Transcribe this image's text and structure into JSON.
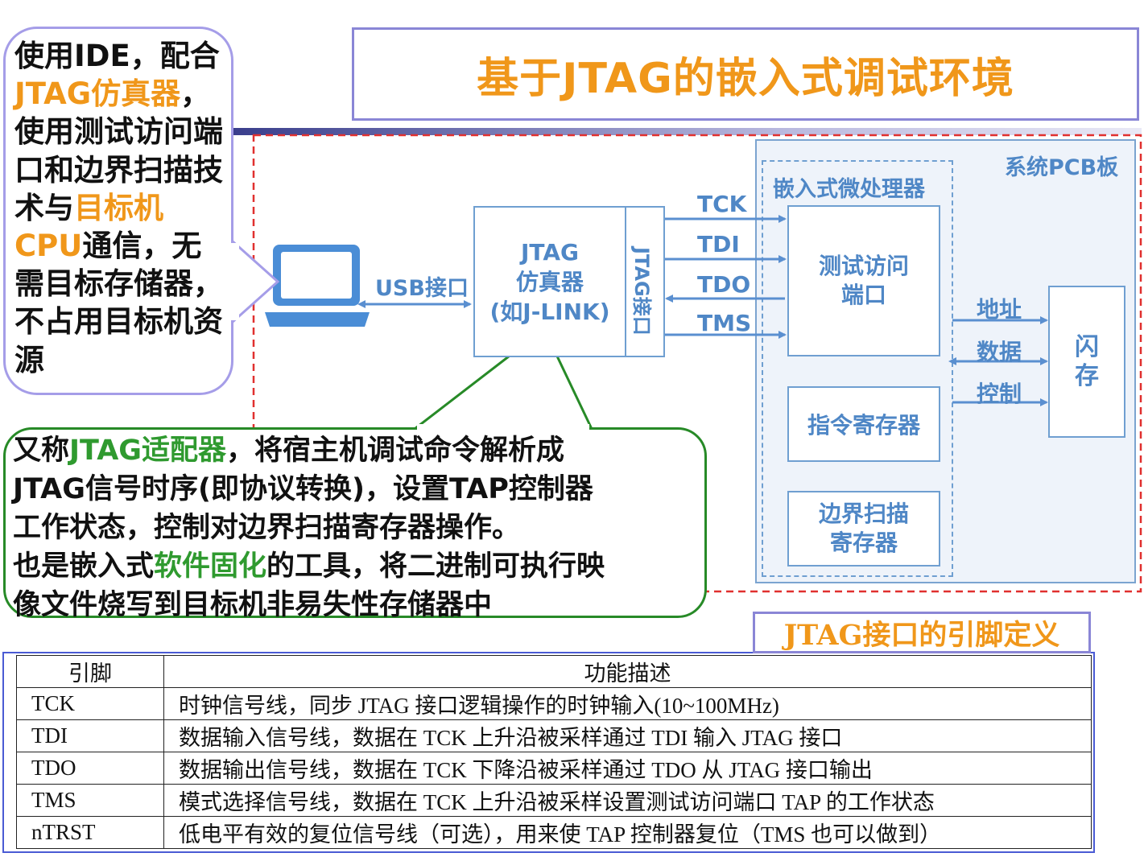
{
  "title": "基于JTAG的嵌入式调试环境",
  "left_note": {
    "segments": [
      {
        "text": "使用IDE，配合",
        "highlight": false
      },
      {
        "text": "JTAG仿真器",
        "highlight": true
      },
      {
        "text": "，使用测试访问端口和边界扫描技术与",
        "highlight": false
      },
      {
        "text": "目标机CPU",
        "highlight": true
      },
      {
        "text": "通信，无需目标存储器，不占用目标机资源",
        "highlight": false
      }
    ]
  },
  "diagram": {
    "usb_label": "USB接口",
    "emulator": {
      "line1": "JTAG",
      "line2": "仿真器",
      "line3": "(如J-LINK)"
    },
    "jtag_port": "JTAG接口",
    "signals": [
      "TCK",
      "TDI",
      "TDO",
      "TMS"
    ],
    "pcb_label": "系统PCB板",
    "processor_label": "嵌入式微处理器",
    "tap": {
      "line1": "测试访问",
      "line2": "端口"
    },
    "instr_reg": "指令寄存器",
    "bsr": {
      "line1": "边界扫描",
      "line2": "寄存器"
    },
    "bus": [
      "地址",
      "数据",
      "控制"
    ],
    "flash": {
      "line1": "闪",
      "line2": "存"
    }
  },
  "green_note": {
    "line1": [
      {
        "text": "又称",
        "hl": false
      },
      {
        "text": "JTAG适配器",
        "hl": true
      },
      {
        "text": "，将宿主机调试命令解析成",
        "hl": false
      }
    ],
    "line2": "JTAG信号时序(即协议转换)，设置TAP控制器",
    "line3": "工作状态，控制对边界扫描寄存器操作。",
    "line4": [
      {
        "text": "也是嵌入式",
        "hl": false
      },
      {
        "text": "软件固化",
        "hl": true
      },
      {
        "text": "的工具，将二进制可执行映",
        "hl": false
      }
    ],
    "line5": "像文件烧写到目标机非易失性存储器中"
  },
  "pin_table": {
    "title": "JTAG接口的引脚定义",
    "headers": [
      "引脚",
      "功能描述"
    ],
    "rows": [
      {
        "pin": "TCK",
        "desc": "时钟信号线，同步 JTAG 接口逻辑操作的时钟输入(10~100MHz)"
      },
      {
        "pin": "TDI",
        "desc": "数据输入信号线，数据在 TCK 上升沿被采样通过 TDI 输入 JTAG 接口"
      },
      {
        "pin": "TDO",
        "desc": "数据输出信号线，数据在 TCK 下降沿被采样通过 TDO 从 JTAG 接口输出"
      },
      {
        "pin": "TMS",
        "desc": "模式选择信号线，数据在 TCK 上升沿被采样设置测试访问端口 TAP 的工作状态"
      },
      {
        "pin": "nTRST",
        "desc": "低电平有效的复位信号线（可选），用来使 TAP 控制器复位（TMS 也可以做到）"
      }
    ]
  },
  "colors": {
    "accent_orange": "#f0971a",
    "accent_green": "#2f9a2f",
    "diagram_blue": "#4f87c6",
    "border_purple": "#8a86d6"
  }
}
